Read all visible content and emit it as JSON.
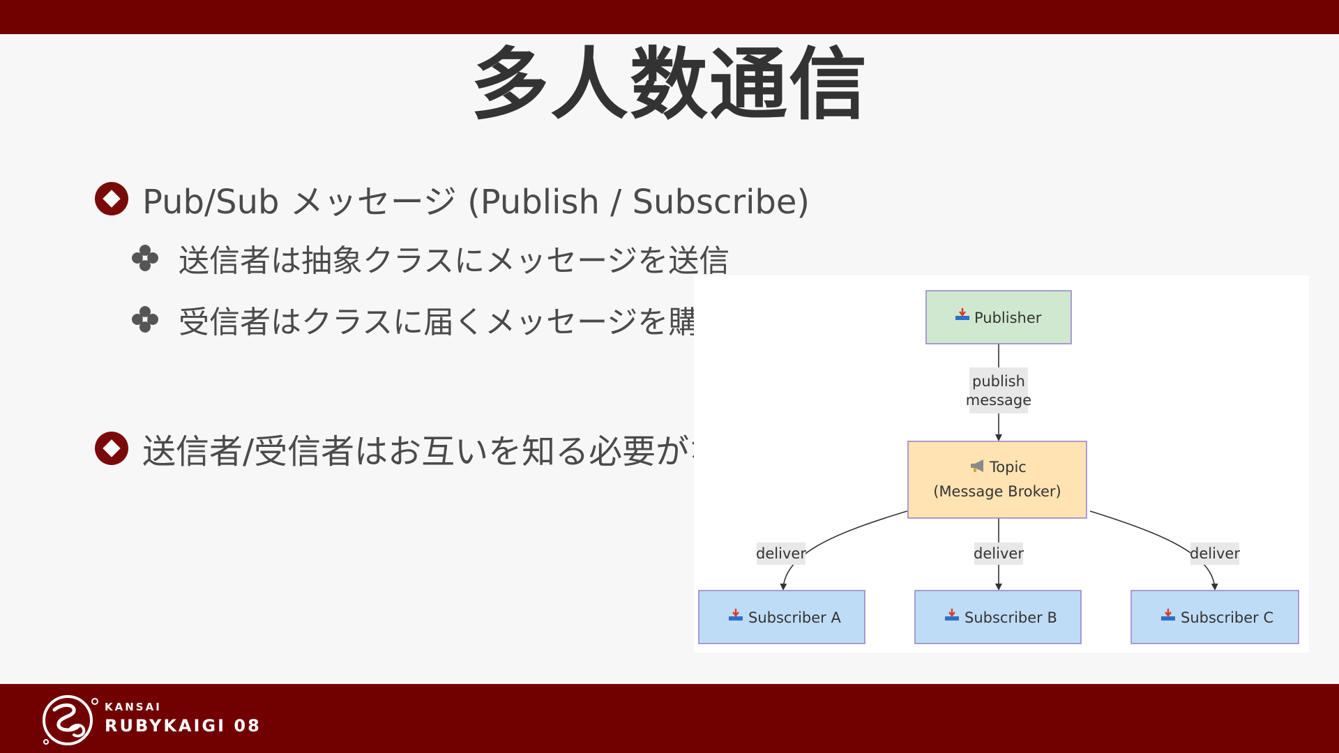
{
  "slide": {
    "title": "多人数通信",
    "bullets": [
      {
        "text": "Pub/Sub メッセージ (Publish / Subscribe)",
        "children": [
          "送信者は抽象クラスにメッセージを送信",
          "受信者はクラスに届くメッセージを購読"
        ]
      },
      {
        "text": "送信者/受信者はお互いを知る必要がない"
      }
    ]
  },
  "diagram": {
    "nodes": {
      "publisher": "Publisher",
      "topic_line1": "Topic",
      "topic_line2": "(Message Broker)",
      "subscriber_a": "Subscriber A",
      "subscriber_b": "Subscriber B",
      "subscriber_c": "Subscriber C"
    },
    "edges": {
      "publish_line1": "publish",
      "publish_line2": "message",
      "deliver_a": "deliver",
      "deliver_b": "deliver",
      "deliver_c": "deliver"
    },
    "icons": {
      "publisher": "inbox-tray-icon",
      "topic": "megaphone-icon",
      "subscriber": "inbox-tray-icon"
    },
    "colors": {
      "publisher_fill": "#cfe8cf",
      "topic_fill": "#ffe3b3",
      "subscriber_fill": "#bfdcf7",
      "node_border": "#9a86c9",
      "edge_line": "#333333",
      "label_bg": "#e8e8e8"
    }
  },
  "footer": {
    "kansai": "KANSAI",
    "event": "RUBYKAIGI 08",
    "bar_color": "#710000"
  }
}
